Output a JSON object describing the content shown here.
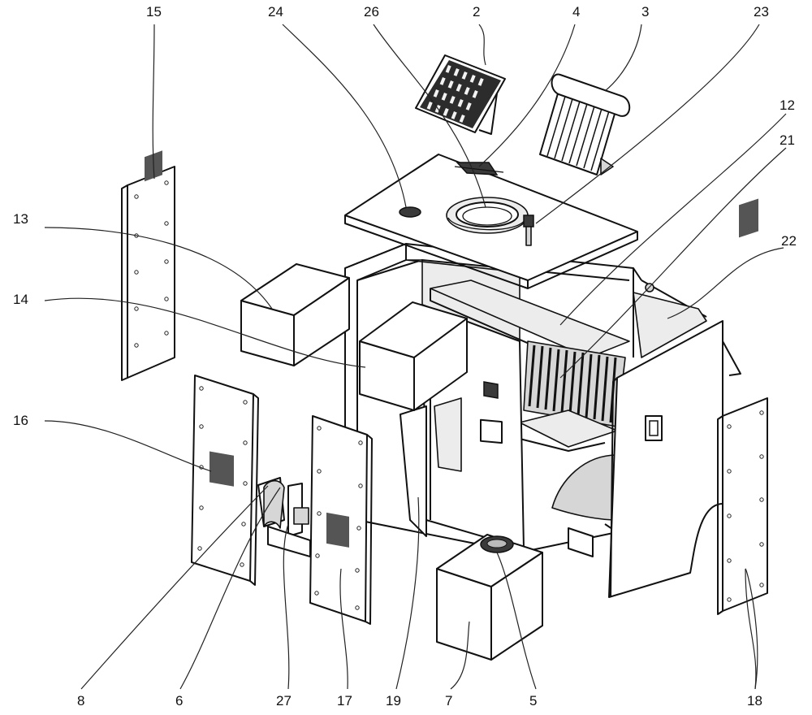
{
  "figure": {
    "labels": {
      "l15": "15",
      "l24": "24",
      "l26": "26",
      "l2": "2",
      "l4": "4",
      "l3": "3",
      "l23": "23",
      "l12": "12",
      "l21": "21",
      "l22": "22",
      "l13": "13",
      "l14": "14",
      "l16": "16",
      "l8": "8",
      "l6": "6",
      "l27": "27",
      "l17": "17",
      "l19": "19",
      "l7": "7",
      "l5": "5",
      "l18": "18"
    }
  }
}
